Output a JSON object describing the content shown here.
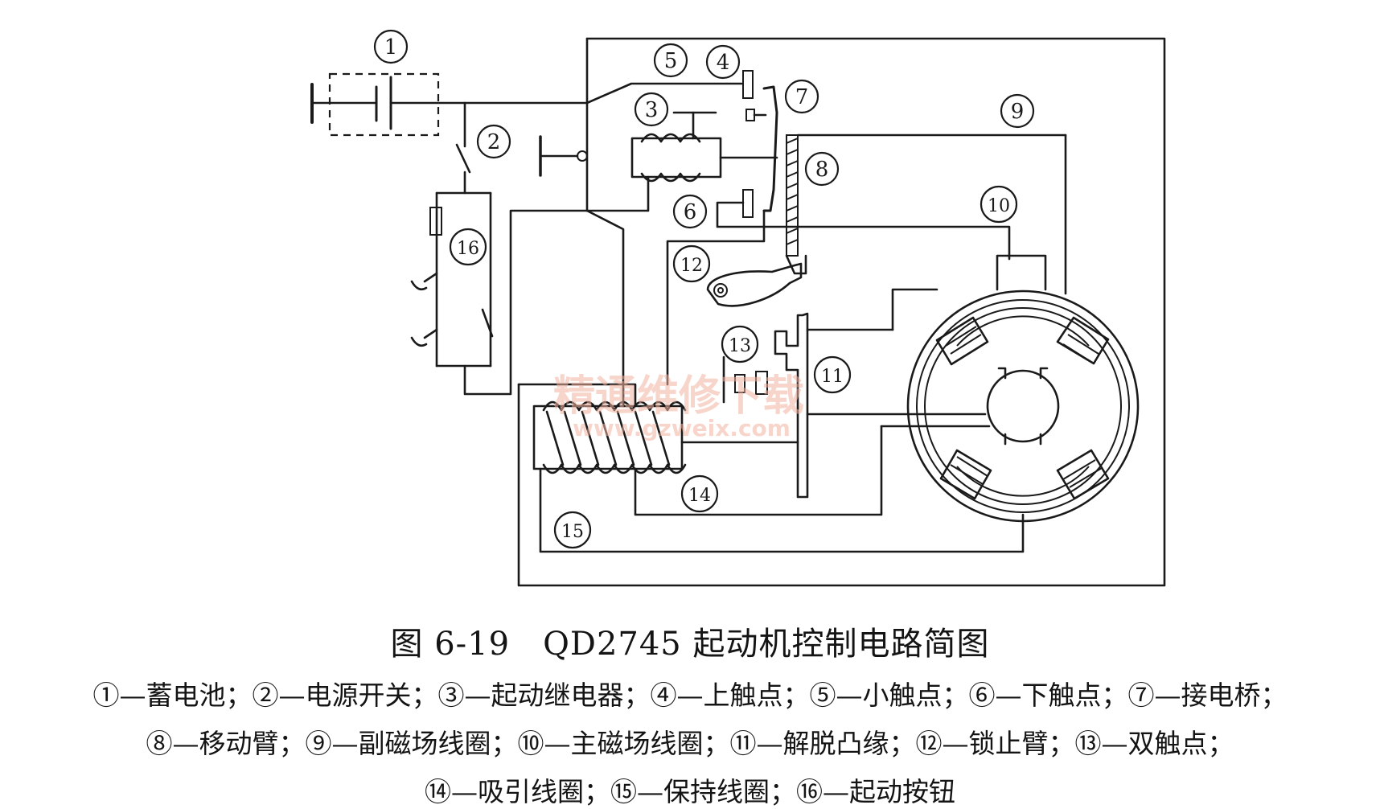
{
  "diagram": {
    "callouts": [
      {
        "id": "1",
        "label": "①"
      },
      {
        "id": "2",
        "label": "②"
      },
      {
        "id": "3",
        "label": "③"
      },
      {
        "id": "4",
        "label": "④"
      },
      {
        "id": "5",
        "label": "⑤"
      },
      {
        "id": "6",
        "label": "⑥"
      },
      {
        "id": "7",
        "label": "⑦"
      },
      {
        "id": "8",
        "label": "⑧"
      },
      {
        "id": "9",
        "label": "⑨"
      },
      {
        "id": "10",
        "label": "⑩"
      },
      {
        "id": "11",
        "label": "⑪"
      },
      {
        "id": "12",
        "label": "⑫"
      },
      {
        "id": "13",
        "label": "⑬"
      },
      {
        "id": "14",
        "label": "⑭"
      },
      {
        "id": "15",
        "label": "⑮"
      },
      {
        "id": "16",
        "label": "⑯"
      }
    ],
    "watermark": {
      "text": "精通维修下载",
      "url": "www.gzweix.com"
    }
  },
  "caption": {
    "title": "图 6-19　QD2745 起动机控制电路简图",
    "legend_lines": [
      "①—蓄电池；②—电源开关；③—起动继电器；④—上触点；⑤—小触点；⑥—下触点；⑦—接电桥；",
      "⑧—移动臂；⑨—副磁场线圈；⑩—主磁场线圈；⑪—解脱凸缘；⑫—锁止臂；⑬—双触点；",
      "⑭—吸引线圈；⑮—保持线圈；⑯—起动按钮"
    ]
  }
}
